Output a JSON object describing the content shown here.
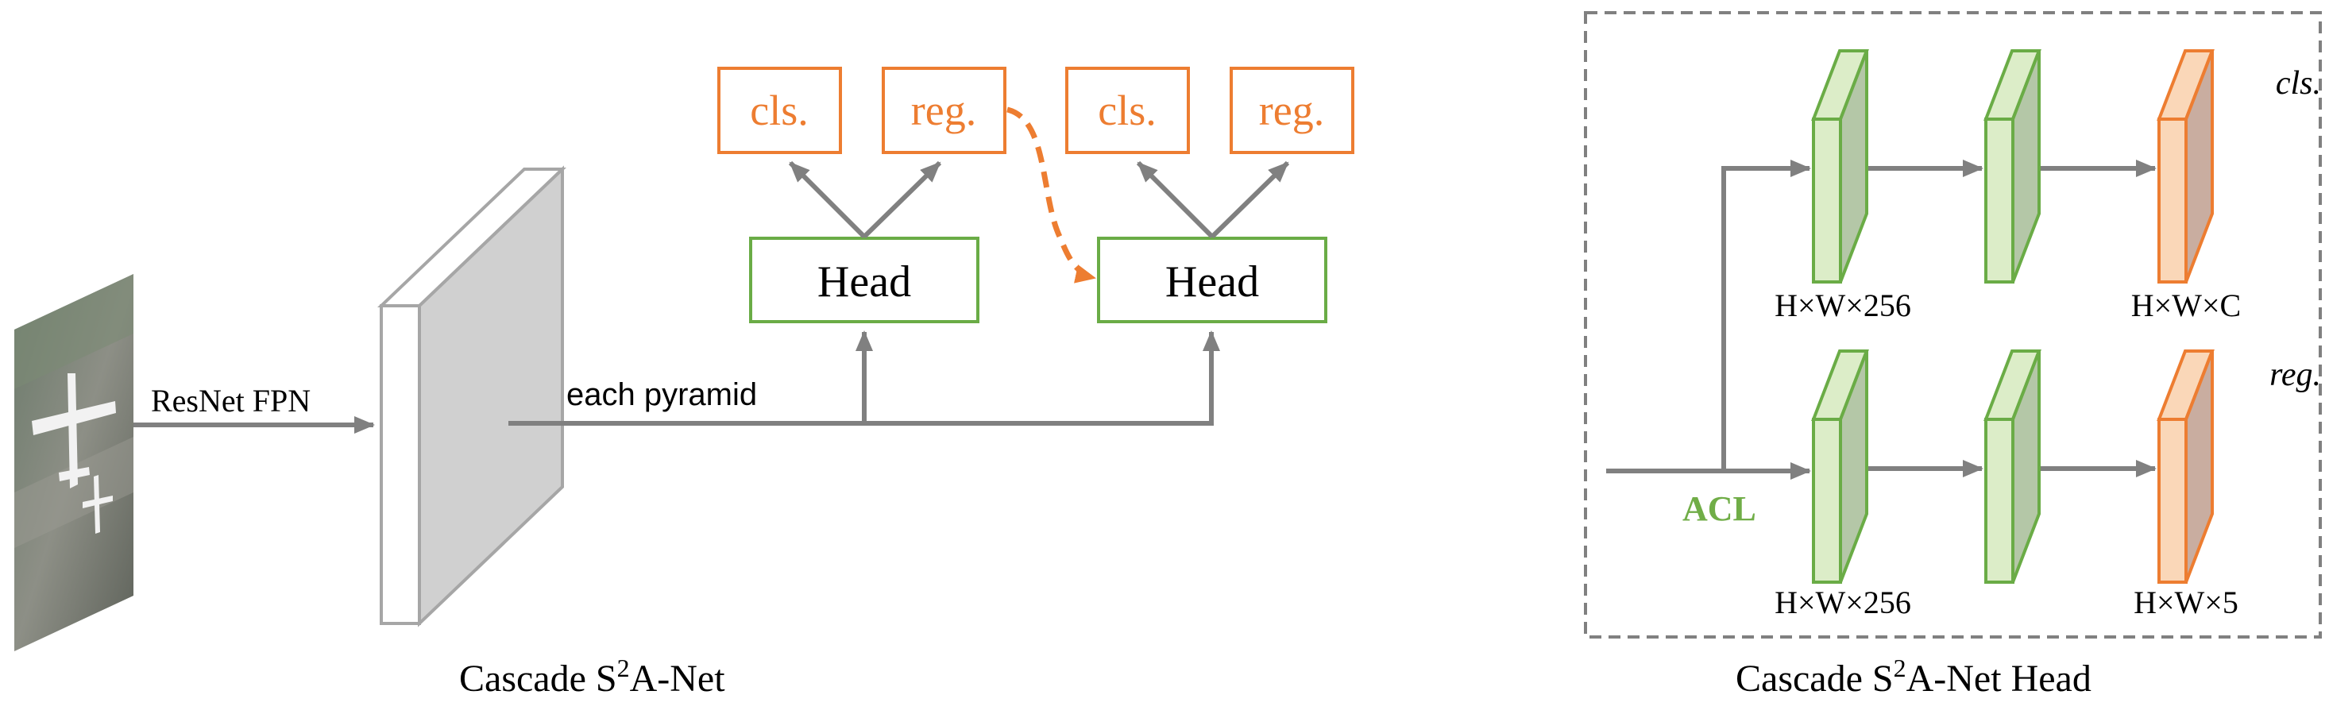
{
  "colors": {
    "arrow": "#808080",
    "head_border": "#6aac46",
    "output_border": "#ed7d31",
    "acl_text": "#70ad47",
    "green_face_light": "#dcedc8",
    "green_face_dark": "#b4c7a7",
    "orange_face_light": "#fad7b8",
    "orange_face_dark": "#c9ada0",
    "feature_front": "#d0d0d0",
    "dashed_box": "#808080"
  },
  "left_panel": {
    "input_label": "ResNet FPN",
    "pyramid_label": "each pyramid",
    "head1": "Head",
    "head2": "Head",
    "cls1": "cls.",
    "reg1": "reg.",
    "cls2": "cls.",
    "reg2": "reg.",
    "caption": {
      "prefix": "Cascade S",
      "sup": "2",
      "suffix": "A-Net"
    }
  },
  "right_panel": {
    "acl_label": "ACL",
    "cls_label": "cls.",
    "reg_label": "reg.",
    "top_dim1": "H×W×256",
    "top_dim2": "H×W×C",
    "bottom_dim1": "H×W×256",
    "bottom_dim2": "H×W×5",
    "caption": {
      "prefix": "Cascade S",
      "sup": "2",
      "suffix": "A-Net Head"
    }
  },
  "icons": {
    "input_image": "aerial-airplane-image"
  }
}
